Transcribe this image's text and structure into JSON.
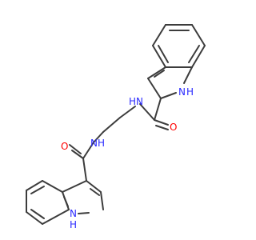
{
  "structure": {
    "atoms": [
      {
        "id": "nh_indole_top",
        "label": "N",
        "hlabel": "H",
        "color": "#2a2aff"
      },
      {
        "id": "o_top",
        "label": "O",
        "color": "#ff0000"
      },
      {
        "id": "nh_amide_top",
        "label": "N",
        "hlabel": "H",
        "color": "#2a2aff"
      },
      {
        "id": "nh_amide_bottom",
        "label": "N",
        "hlabel": "H",
        "color": "#2a2aff"
      },
      {
        "id": "o_bottom",
        "label": "O",
        "color": "#ff0000"
      },
      {
        "id": "nh_indole_bottom",
        "label": "N",
        "hlabel": "H",
        "color": "#2a2aff"
      }
    ],
    "bond_color": "#3c3c3c"
  }
}
